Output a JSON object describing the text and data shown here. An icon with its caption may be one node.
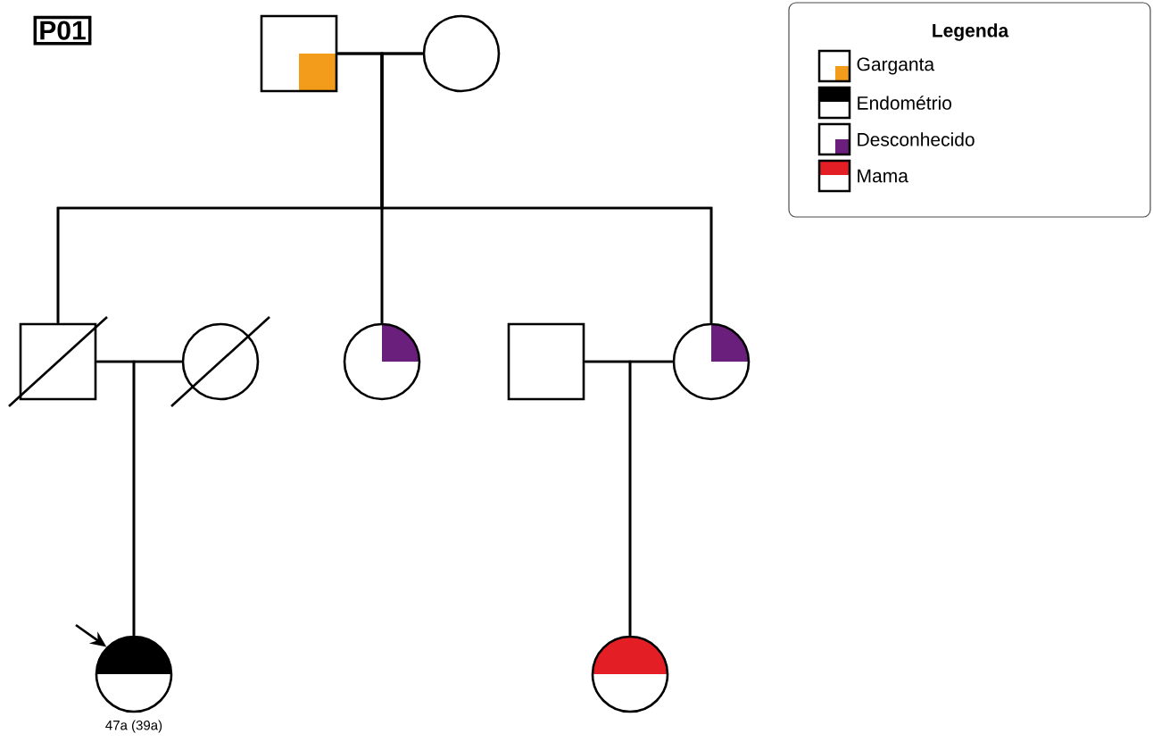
{
  "diagram": {
    "nodes": [
      {
        "text": [
          "P01"
        ]
      },
      {
        "text": [],
        "shape": "box"
      },
      {
        "text": [],
        "shape": "circle"
      },
      {
        "text": [],
        "shape": "box"
      },
      {
        "text": [],
        "shape": "circle"
      },
      {
        "text": [],
        "shape": "circle"
      },
      {
        "text": [],
        "shape": "box"
      },
      {
        "text": [],
        "shape": "circle"
      },
      {
        "text": [],
        "shape": "circle",
        "beside": [
          "47a (39a)"
        ]
      },
      {
        "text": [],
        "shape": "circle"
      }
    ],
    "edges": [
      {
        "from": 1,
        "to": 2,
        "arrow": "none"
      },
      {
        "from": 1,
        "to": 3,
        "arrow": "none"
      },
      {
        "from": 1,
        "to": 5,
        "arrow": "none"
      },
      {
        "from": 1,
        "to": 7,
        "arrow": "none"
      },
      {
        "from": 2,
        "to": 3,
        "arrow": "none"
      },
      {
        "from": 2,
        "to": 5,
        "arrow": "none"
      },
      {
        "from": 2,
        "to": 7,
        "arrow": "none"
      },
      {
        "from": 3,
        "to": 4,
        "arrow": "none"
      },
      {
        "from": 3,
        "to": 8,
        "arrow": "none"
      },
      {
        "from": 4,
        "to": 8,
        "arrow": "none"
      },
      {
        "from": 6,
        "to": 7,
        "arrow": "none"
      },
      {
        "from": 6,
        "to": 9,
        "arrow": "none"
      },
      {
        "from": 7,
        "to": 9,
        "arrow": "none"
      },
      {
        "from": null,
        "to": 8,
        "arrow": "to"
      }
    ],
    "labels": [
      "Legenda"
    ],
    "legend": [
      {
        "text": "Garganta",
        "color": "#f39c1b"
      },
      {
        "text": "Endométrio",
        "color": "#000000"
      },
      {
        "text": "Desconhecido",
        "color": "#6b1f7c"
      },
      {
        "text": "Mama",
        "color": "#e31e24"
      }
    ]
  }
}
